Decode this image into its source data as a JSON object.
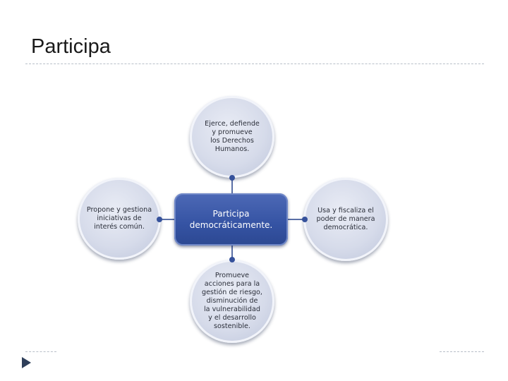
{
  "slide": {
    "title": "Participa"
  },
  "diagram": {
    "center": "Participa\ndemocráticamente.",
    "top": "Ejerce, defiende\ny promueve\nlos Derechos\nHumanos.",
    "left": "Propone y gestiona\niniciativas de\ninterés común.",
    "right": "Usa y fiscaliza el\npoder de manera\ndemocrática.",
    "bottom": "Promueve\nacciones para la\ngestión de riesgo,\ndisminución de\nla vulnerabilidad\ny el desarrollo\nsostenible."
  },
  "colors": {
    "center_fill": "#3553a3",
    "node_fill": "#d6dbea",
    "connector": "#5a6fa6"
  }
}
